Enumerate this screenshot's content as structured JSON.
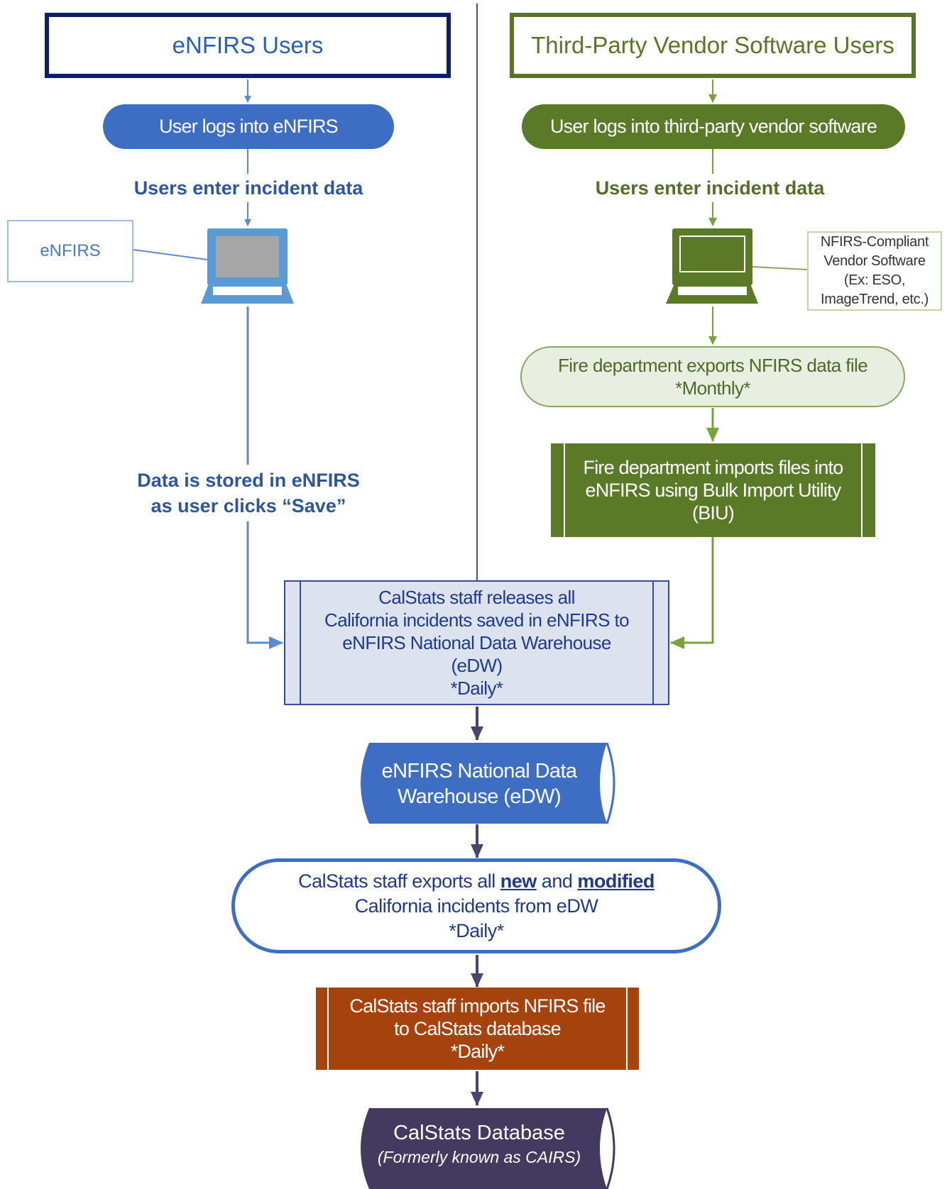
{
  "colors": {
    "enfirs_dark": "#0c1f6e",
    "enfirs_blue": "#3e6ec4",
    "vendor_green": "#5a7a28",
    "vendor_light": "#e8eee0",
    "release_fill": "#dde2ef",
    "import_orange": "#a6420c",
    "db_purple": "#44395f",
    "divider": "#555555"
  },
  "left_column": {
    "header": "eNFIRS Users",
    "login": "User logs into eNFIRS",
    "enter_label": "Users enter incident data",
    "callout": "eNFIRS",
    "laptop_icon": "laptop-icon",
    "stored_label": {
      "line1": "Data is stored in eNFIRS",
      "line2": "as user clicks “Save”"
    }
  },
  "right_column": {
    "header": "Third-Party Vendor Software Users",
    "login": "User logs into third-party vendor software",
    "enter_label": "Users enter incident data",
    "callout": {
      "line1": "NFIRS-Compliant",
      "line2": "Vendor Software",
      "line3": "(Ex: ESO,",
      "line4": "ImageTrend, etc.)"
    },
    "laptop_icon": "laptop-icon",
    "export": {
      "line1": "Fire department exports NFIRS data file",
      "line2": "*Monthly*"
    },
    "biu": {
      "line1": "Fire department imports files into",
      "line2": "eNFIRS using Bulk Import Utility",
      "line3": "(BIU)"
    }
  },
  "release": {
    "line1": "CalStats staff releases all",
    "line2": "California incidents saved in eNFIRS to",
    "line3": "eNFIRS National Data Warehouse",
    "line4": "(eDW)",
    "line5": "*Daily*"
  },
  "edw": {
    "line1": "eNFIRS National Data",
    "line2": "Warehouse (eDW)"
  },
  "export_daily": {
    "line1_prefix": "CalStats staff exports all ",
    "new": "new",
    "and": " and ",
    "modified": "modified",
    "line2": "California incidents from eDW",
    "line3": "*Daily*"
  },
  "import": {
    "line1": "CalStats staff imports NFIRS file",
    "line2": "to CalStats database",
    "line3": "*Daily*"
  },
  "calstats_db": {
    "title": "CalStats Database",
    "subtitle": "(Formerly known as CAIRS)"
  }
}
